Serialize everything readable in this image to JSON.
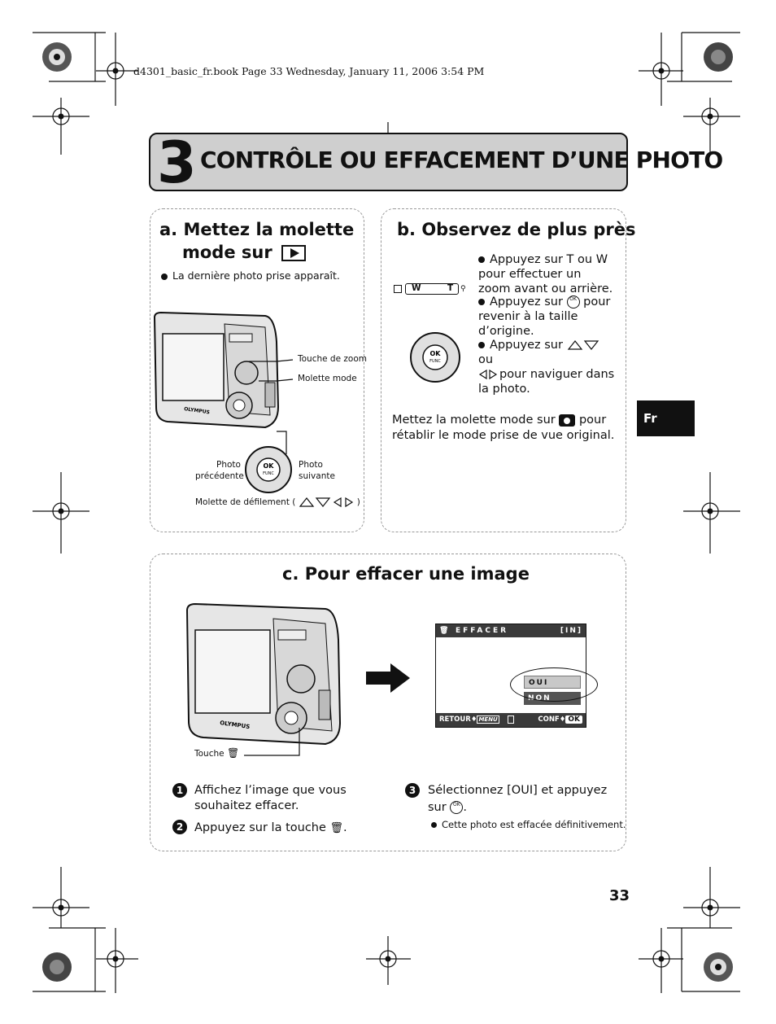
{
  "header": {
    "file_line": "d4301_basic_fr.book  Page 33  Wednesday, January 11, 2006  3:54 PM"
  },
  "chapter": {
    "number": "3",
    "title": "CONTRÔLE OU EFFACEMENT D’UNE PHOTO"
  },
  "section_a": {
    "title_line1": "a.  Mettez la molette",
    "title_line2": "mode sur",
    "bullet": "La dernière photo prise apparaît.",
    "labels": {
      "zoom": "Touche de zoom",
      "mode_dial": "Molette mode",
      "prev_line1": "Photo",
      "prev_line2": "précédente",
      "next_line1": "Photo",
      "next_line2": "suivante",
      "scroll_dial": "Molette de défilement (",
      "scroll_dial_end": ")"
    }
  },
  "section_b": {
    "title": "b. Observez de plus près",
    "zoom_lever": {
      "w": "W",
      "t": "T"
    },
    "bullets": [
      "Appuyez sur T ou W pour effectuer un zoom avant ou arrière.",
      "Appuyez sur",
      "pour revenir à la taille d’origine.",
      "Appuyez sur",
      "ou",
      "pour naviguer dans la photo."
    ],
    "note_line1a": "Mettez la molette mode sur",
    "note_line1b": "pour",
    "note_line2": "rétablir le mode prise de vue original."
  },
  "section_c": {
    "title": "c. Pour effacer une image",
    "button_label": "Touche",
    "lcd": {
      "title": "EFFACER",
      "memory": "[IN]",
      "option_yes": "OUI",
      "option_no": "NON",
      "back": "RETOUR",
      "back_key": "MENU",
      "confirm": "CONF",
      "confirm_key": "OK"
    },
    "steps": [
      {
        "num": "1",
        "line1": "Affichez l’image que vous",
        "line2": "souhaitez effacer."
      },
      {
        "num": "2",
        "line1": "Appuyez sur la touche"
      },
      {
        "num": "3",
        "line1": "Sélectionnez [OUI] et appuyez",
        "line2": "sur"
      }
    ],
    "step3_bullet": "Cette photo est effacée définitivement."
  },
  "side_tab": "Fr",
  "page_number": "33",
  "icons": {
    "ok_button_text": "OK",
    "func_text": "FUNC",
    "dot": "."
  }
}
